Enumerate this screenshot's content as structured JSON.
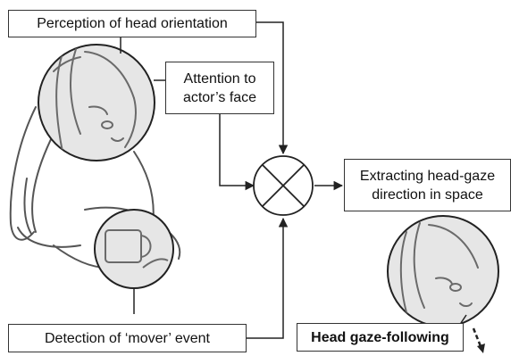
{
  "diagram": {
    "boxes": {
      "perception": "Perception of head orientation",
      "attention_line1": "Attention to",
      "attention_line2": "actor’s face",
      "extracting_line1": "Extracting head-gaze",
      "extracting_line2": "direction in space",
      "detection": "Detection of ‘mover’ event",
      "head_gaze_following": "Head gaze-following"
    },
    "colors": {
      "line": "#222222",
      "box_border": "#333333",
      "lens_fill": "#e6e6e6",
      "sketch": "#6a6a6a"
    }
  }
}
